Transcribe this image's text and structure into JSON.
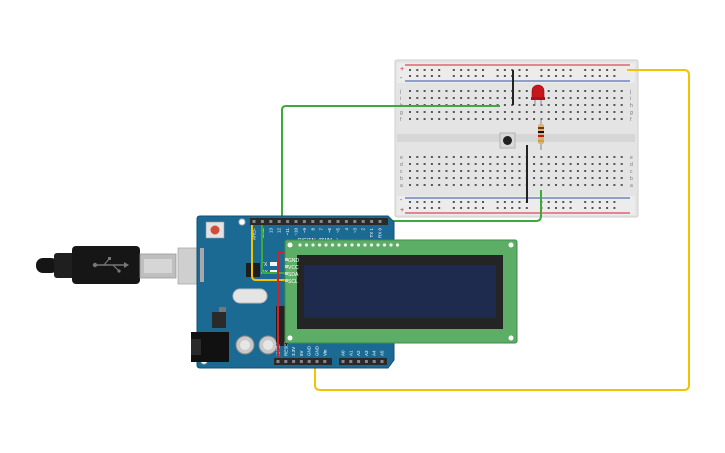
{
  "circuit": {
    "arduino": {
      "digital_labels": [
        "AREF",
        "GND",
        "13",
        "12",
        "~11",
        "~10",
        "~9",
        "8",
        "7",
        "~6",
        "~5",
        "4",
        "~3",
        "2",
        "TX 1",
        "RX 0"
      ],
      "header_caption": "DIGITAL (PWM ~)",
      "tx_label": "TX",
      "rx_label": "RX",
      "power_labels": [
        "IOREF",
        "RESET",
        "3.3V",
        "5V",
        "GND",
        "GND",
        "Vin"
      ],
      "analog_labels": [
        "A0",
        "A1",
        "A2",
        "A3",
        "A4",
        "A5"
      ]
    },
    "lcd": {
      "pin_labels": [
        "GND",
        "VCC",
        "SDA",
        "SCL"
      ]
    },
    "breadboard": {
      "row_letters_top": [
        "j",
        "i",
        "h",
        "g",
        "f"
      ],
      "row_letters_bottom": [
        "e",
        "d",
        "c",
        "b",
        "a"
      ],
      "rail_plus": "+",
      "rail_minus": "-"
    },
    "wire_colors": {
      "green": "#3fa83a",
      "yellow": "#f2c300",
      "red": "#d3202e",
      "black": "#222222"
    }
  }
}
